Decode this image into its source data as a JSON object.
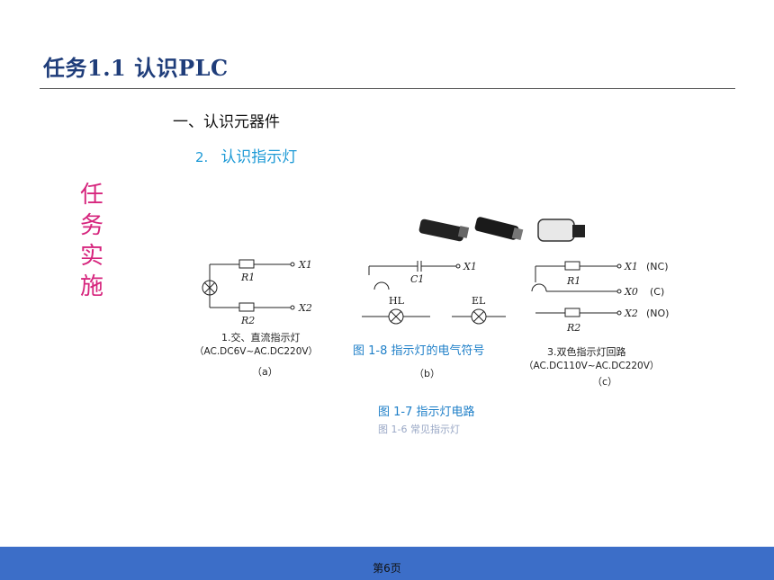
{
  "title": "任务1.1 认识PLC",
  "section": "一、认识元器件",
  "subsection": {
    "number": "2.",
    "label": "认识指示灯"
  },
  "side_label": [
    "任",
    "务",
    "实",
    "施"
  ],
  "figure": {
    "a": {
      "labels": [
        "R1",
        "X1",
        "R2",
        "X2"
      ],
      "caption1": "1.交、直流指示灯",
      "caption2": "（AC.DC6V~AC.DC220V）",
      "tag": "（a）"
    },
    "b": {
      "labels": [
        "C1",
        "X1",
        "HL",
        "EL"
      ],
      "tag": "（b）",
      "overlay_caption": "图 1-8   指示灯的电气符号"
    },
    "c": {
      "labels": [
        "X1",
        "(NC)",
        "R1",
        "X0",
        "(C)",
        "X2",
        "(NO)",
        "R2"
      ],
      "caption1": "3.双色指示灯回路",
      "caption2": "（AC.DC110V~AC.DC220V）",
      "tag": "（c）"
    },
    "caption_main": "图 1-7   指示灯电路",
    "caption_faded": "图 1-6   常见指示灯"
  },
  "footer": {
    "page": "第6页"
  },
  "colors": {
    "title": "#1f3d7a",
    "accent": "#1e9ad6",
    "side": "#d6257d",
    "footer": "#3c6ec8"
  }
}
